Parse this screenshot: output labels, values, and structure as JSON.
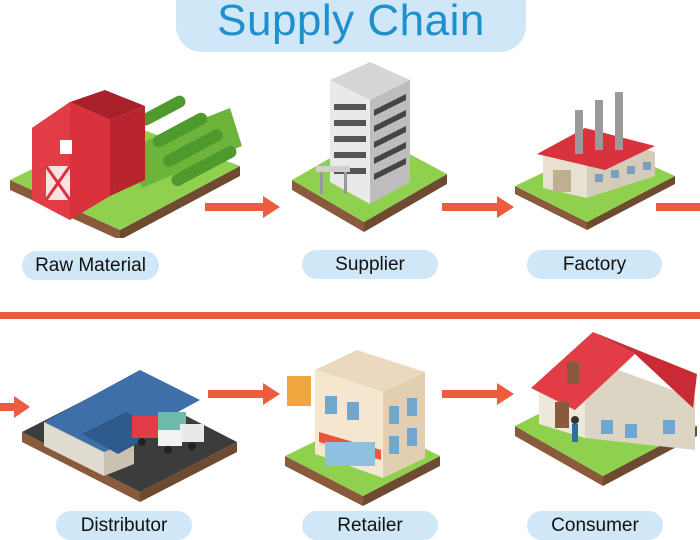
{
  "diagram": {
    "title": "Supply Chain",
    "stages": [
      {
        "label": "Raw Material",
        "icon": "barn-farm-icon"
      },
      {
        "label": "Supplier",
        "icon": "office-tower-icon"
      },
      {
        "label": "Factory",
        "icon": "factory-icon"
      },
      {
        "label": "Distributor",
        "icon": "warehouse-trucks-icon"
      },
      {
        "label": "Retailer",
        "icon": "retail-shop-icon"
      },
      {
        "label": "Consumer",
        "icon": "house-icon"
      }
    ],
    "colors": {
      "accent": "#ee5c3f",
      "title": "#1f8fcd",
      "pill": "#cfe7f6",
      "grass": "#8fd14f"
    }
  }
}
